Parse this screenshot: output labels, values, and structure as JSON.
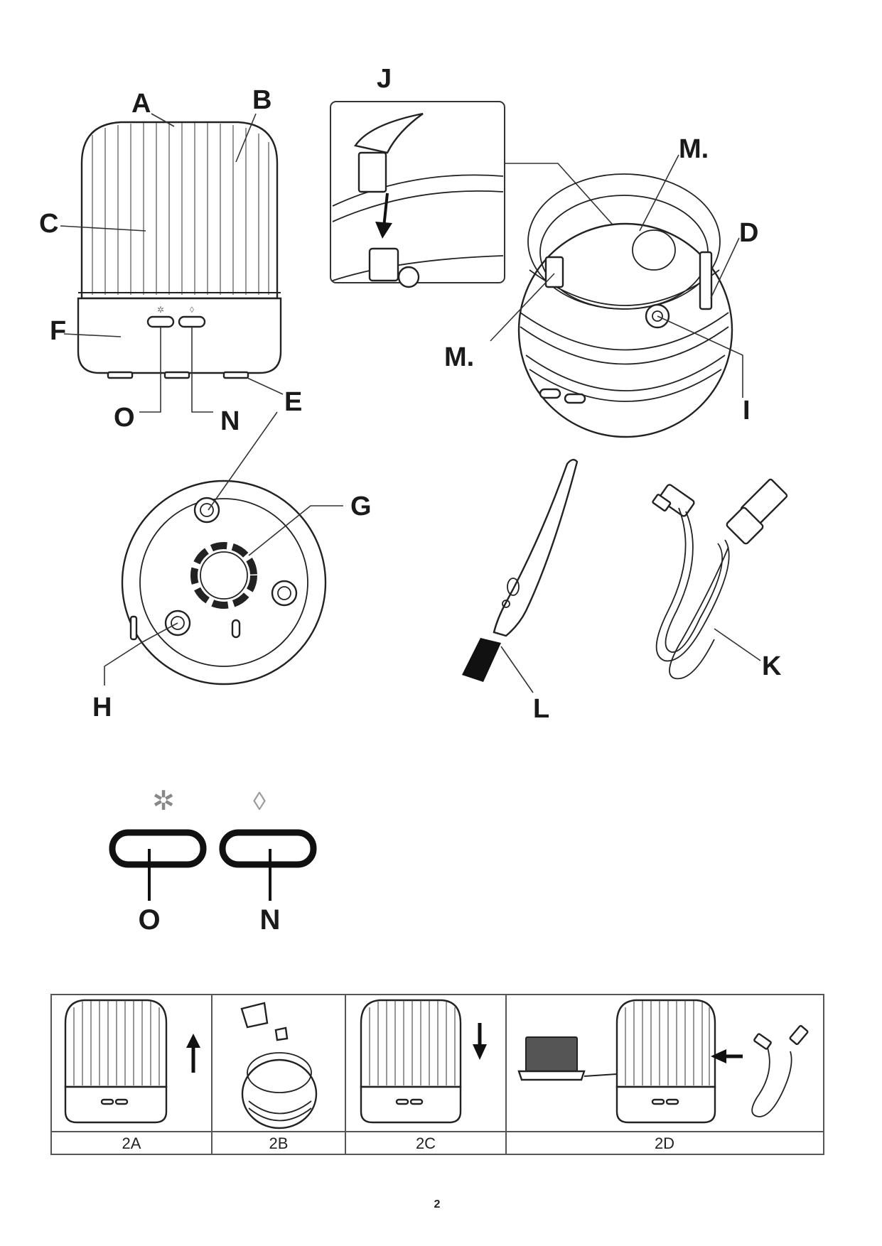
{
  "labels": {
    "A": "A",
    "B": "B",
    "C": "C",
    "D": "D",
    "E": "E",
    "F": "F",
    "G": "G",
    "H": "H",
    "I": "I",
    "J": "J",
    "K": "K",
    "L": "L",
    "M1": "M.",
    "M2": "M.",
    "N": "N",
    "O": "O"
  },
  "buttons_detail": {
    "O": "O",
    "N": "N"
  },
  "steps": [
    "2A",
    "2B",
    "2C",
    "2D"
  ],
  "page_number": "2",
  "icons": [
    "light-icon",
    "mist-icon",
    "arrow-up-icon",
    "arrow-down-icon",
    "arrow-left-icon",
    "pour-cup-icon",
    "laptop-icon",
    "usb-cable-icon",
    "brush-icon",
    "usb-cable-icon"
  ],
  "colors": {
    "line": "#222222",
    "background": "#ffffff"
  }
}
